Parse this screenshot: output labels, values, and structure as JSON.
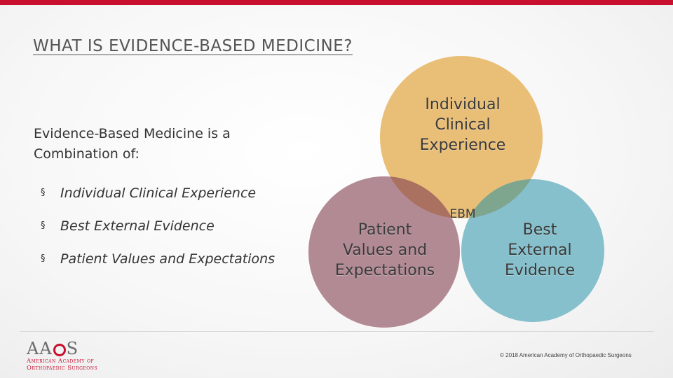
{
  "slide": {
    "title": "WHAT IS EVIDENCE-BASED MEDICINE?",
    "intro": "Evidence-Based Medicine is a Combination of:",
    "bullets": [
      "Individual Clinical Experience",
      "Best External Evidence",
      "Patient Values and Expectations"
    ],
    "bullet_symbol": "§"
  },
  "venn": {
    "top": {
      "lines": [
        "Individual",
        "Clinical",
        "Experience"
      ],
      "color": "#e9bf78"
    },
    "left": {
      "lines": [
        "Patient",
        "Values and",
        "Expectations"
      ],
      "color": "#b28a94"
    },
    "right": {
      "lines": [
        "Best",
        "External",
        "Evidence"
      ],
      "color": "#85c0cc"
    },
    "center": "EBM",
    "overlap_colors": {
      "top_left": "#aa7060",
      "top_right": "#7ea58e",
      "left_right": "#7d7287"
    }
  },
  "footer": {
    "logo_mark": "AAOS",
    "logo_lines": [
      "American Academy of",
      "Orthopaedic Surgeons"
    ],
    "copyright": "© 2018 American Academy of Orthopaedic Surgeons"
  },
  "colors": {
    "accent": "#c8102e"
  }
}
